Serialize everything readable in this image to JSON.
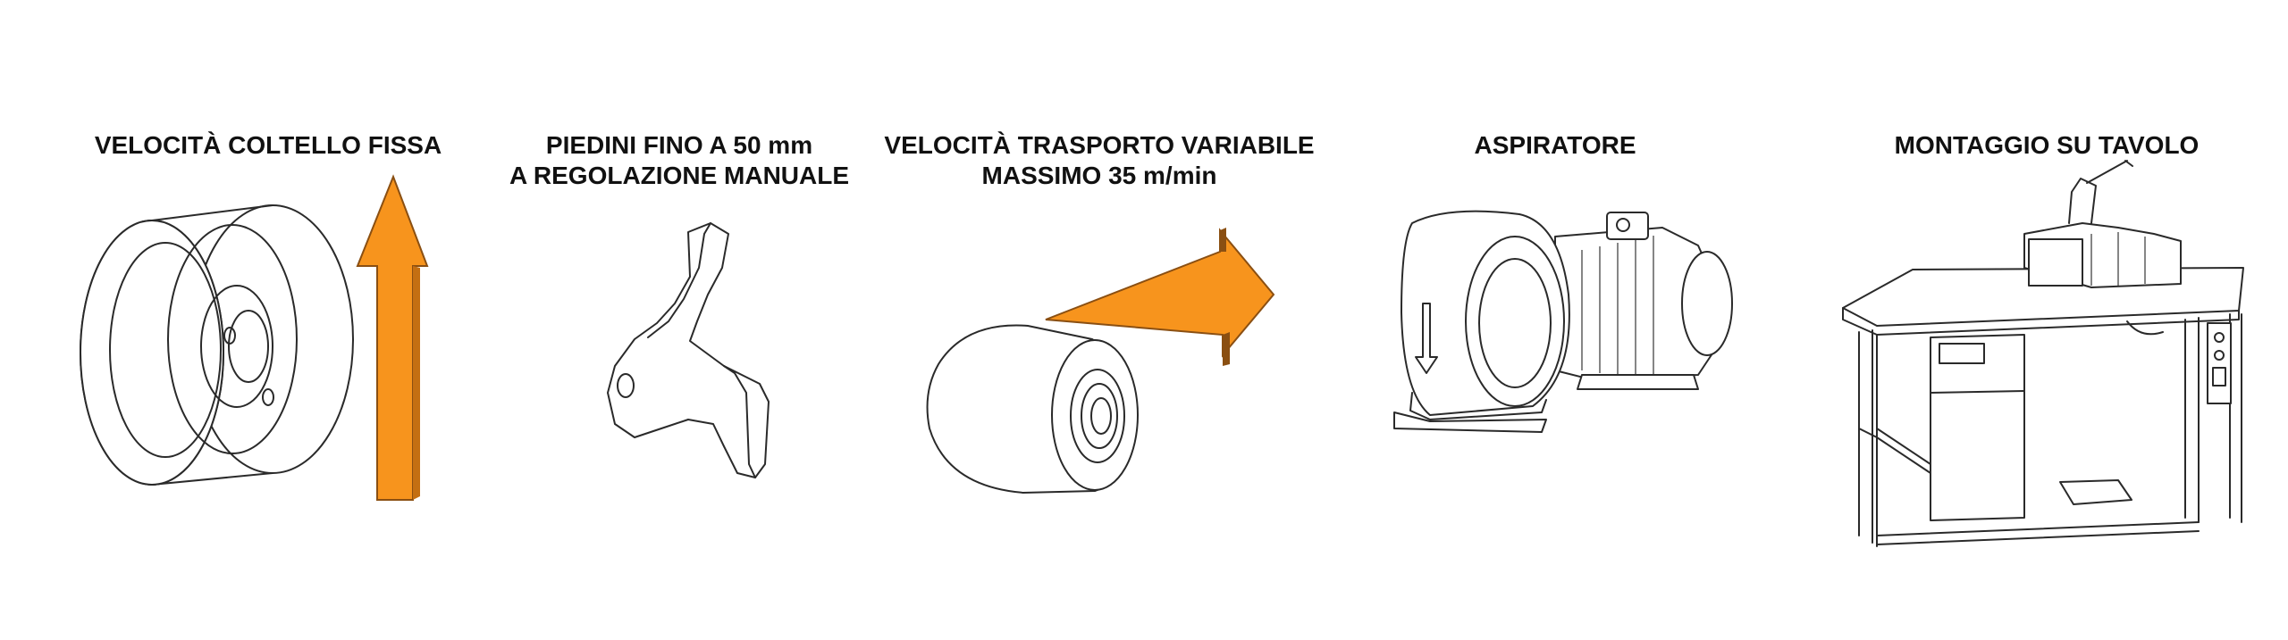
{
  "colors": {
    "accent": "#f7941d",
    "accent_dark": "#8a4f12",
    "line": "#2a2a2a"
  },
  "features": [
    {
      "lines": [
        "VELOCITÀ COLTELLO FISSA"
      ],
      "icon": "knife-wheel-icon"
    },
    {
      "lines": [
        "PIEDINI FINO A 50 mm",
        "A REGOLAZIONE MANUALE"
      ],
      "icon": "presser-foot-icon"
    },
    {
      "lines": [
        "VELOCITÀ TRASPORTO VARIABILE",
        "MASSIMO 35 m/min"
      ],
      "icon": "feed-roller-icon"
    },
    {
      "lines": [
        "ASPIRATORE"
      ],
      "icon": "suction-blower-icon"
    },
    {
      "lines": [
        "MONTAGGIO SU TAVOLO"
      ],
      "icon": "machine-table-icon"
    }
  ]
}
